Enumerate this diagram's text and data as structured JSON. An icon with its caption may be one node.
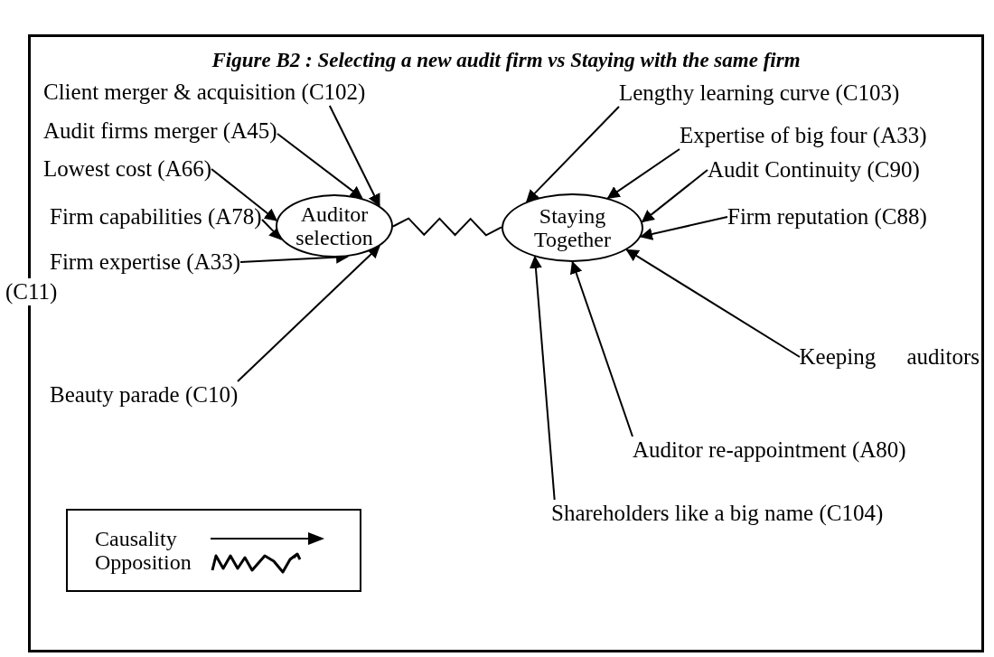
{
  "diagram": {
    "title": "Figure B2 : Selecting a new audit firm vs Staying with the same firm",
    "nodes": [
      {
        "text": [
          "Auditor selection"
        ]
      },
      {
        "text": [
          "Staying Together"
        ]
      },
      {
        "text": [
          "Client merger & acquisition (C102)"
        ]
      },
      {
        "text": [
          "Audit firms merger (A45)"
        ]
      },
      {
        "text": [
          "Lowest cost (A66)"
        ]
      },
      {
        "text": [
          "Firm capabilities (A78)"
        ]
      },
      {
        "text": [
          "Firm expertise (A33)"
        ]
      },
      {
        "text": [
          "Beauty parade (C10)"
        ]
      },
      {
        "text": [
          "Lengthy learning curve (C103)"
        ]
      },
      {
        "text": [
          "Expertise of big four (A33)"
        ]
      },
      {
        "text": [
          "Audit Continuity (C90)"
        ]
      },
      {
        "text": [
          "Firm reputation (C88)"
        ]
      },
      {
        "text": [
          "Keeping auditors"
        ]
      },
      {
        "text": [
          "Auditor re-appointment (A80)"
        ]
      },
      {
        "text": [
          "Shareholders like a big name (C104)"
        ]
      }
    ],
    "edges": [
      {
        "from": 2,
        "to": 0,
        "arrow": "to"
      },
      {
        "from": 3,
        "to": 0,
        "arrow": "to"
      },
      {
        "from": 4,
        "to": 0,
        "arrow": "to"
      },
      {
        "from": 5,
        "to": 0,
        "arrow": "to"
      },
      {
        "from": 6,
        "to": 0,
        "arrow": "to"
      },
      {
        "from": 7,
        "to": 0,
        "arrow": "to"
      },
      {
        "from": 8,
        "to": 1,
        "arrow": "to"
      },
      {
        "from": 9,
        "to": 1,
        "arrow": "to"
      },
      {
        "from": 10,
        "to": 1,
        "arrow": "to"
      },
      {
        "from": 11,
        "to": 1,
        "arrow": "to"
      },
      {
        "from": 12,
        "to": 1,
        "arrow": "to"
      },
      {
        "from": 13,
        "to": 1,
        "arrow": "to"
      },
      {
        "from": 14,
        "to": 1,
        "arrow": "to"
      },
      {
        "from": 0,
        "to": 1,
        "arrow": "none"
      }
    ],
    "labels": [
      "(C11)"
    ],
    "legend": [
      {
        "text": "Causality"
      },
      {
        "text": "Opposition"
      }
    ]
  }
}
